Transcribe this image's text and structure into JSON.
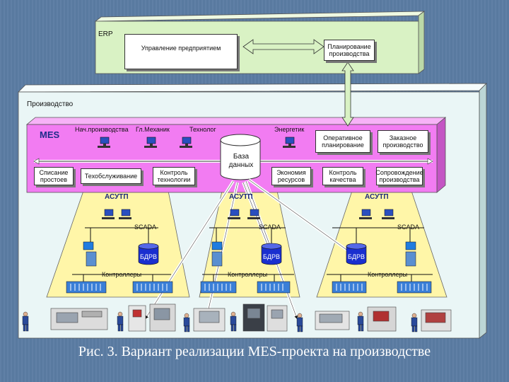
{
  "erp": {
    "label": "ERP",
    "enterprise_management": "Управление предприятием",
    "production_planning": "Планирование производства"
  },
  "production": {
    "label": "Производство"
  },
  "mes": {
    "label": "MES",
    "roles": {
      "production_head": "Нач.производства",
      "chief_mechanic": "Гл.Механик",
      "technologist": "Технолог",
      "energy_engineer": "Энергетик"
    },
    "operational_planning": "Оперативное планирование",
    "order_production": "Заказное производство",
    "database": "База данных",
    "downtime_tracking": "Списание простоев",
    "maintenance": "Техобслуживание",
    "technology_control": "Контроль технологии",
    "resource_economy": "Экономия ресурсов",
    "quality_control": "Контроль качества",
    "production_support": "Сопровождение производства"
  },
  "asutp": [
    {
      "label": "АСУТП",
      "scada": "SCADA",
      "bdrv": "БДРВ",
      "controllers": "Контроллеры"
    },
    {
      "label": "АСУТП",
      "scada": "SCADA",
      "bdrv": "БДРВ",
      "controllers": "Контроллеры"
    },
    {
      "label": "АСУТП",
      "scada": "SCADA",
      "bdrv": "БДРВ",
      "controllers": "Контроллеры"
    }
  ],
  "caption": "Рис. 3. Вариант реализации MES-проекта на производстве",
  "colors": {
    "background": "#5b7ca3",
    "erp_fill": "#d9f2c4",
    "production_fill": "#eaf6f6",
    "mes_fill": "#f27cf2",
    "asutp_fill": "#fff6a8",
    "arrow_fill": "#d9f2c4"
  },
  "icons": [
    "workstation-icon",
    "database-cylinder-icon",
    "controller-rack-icon",
    "machine-tool-icon",
    "worker-icon"
  ]
}
